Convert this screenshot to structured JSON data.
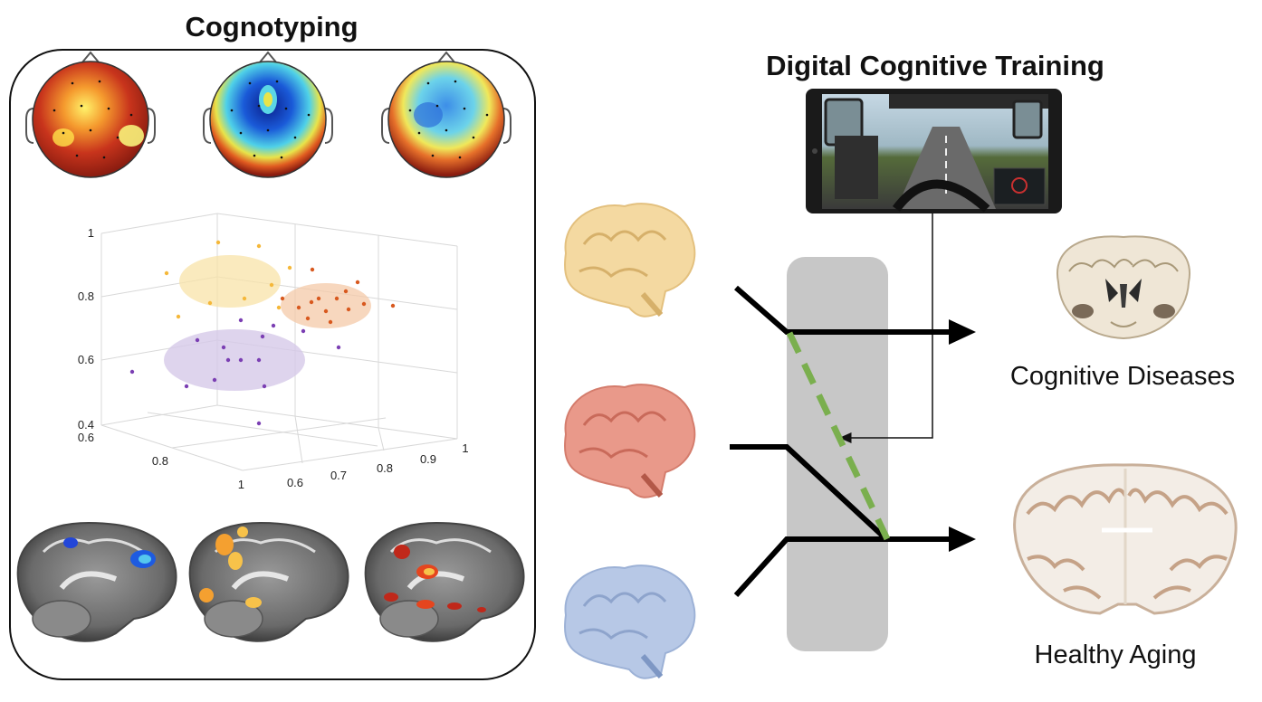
{
  "titles": {
    "left": "Cognotyping",
    "right": "Digital Cognitive Training"
  },
  "outcomes": {
    "top": "Cognitive  Diseases",
    "bottom": "Healthy  Aging"
  },
  "colors": {
    "brain_yellow": "#f4d9a1",
    "brain_red": "#e9998a",
    "brain_blue": "#b7c8e6",
    "green_dash": "#7aaf4e",
    "gray_bar": "#c7c7c7",
    "cluster_yellow": "#f5b83a",
    "cluster_orange": "#d8591f",
    "cluster_purple": "#7b3fb3"
  },
  "scatter": {
    "z_ticks": [
      "1",
      "0.8",
      "0.6",
      "0.4"
    ],
    "x_ticks": [
      "0.6",
      "0.8",
      "1"
    ],
    "y_ticks": [
      "0.6",
      "0.7",
      "0.8",
      "0.9",
      "1"
    ]
  },
  "icons": [
    "eeg-topomap-icon",
    "mri-sagittal-icon",
    "brain-icon",
    "tablet-driving-game-icon",
    "coronal-brain-section-icon"
  ]
}
